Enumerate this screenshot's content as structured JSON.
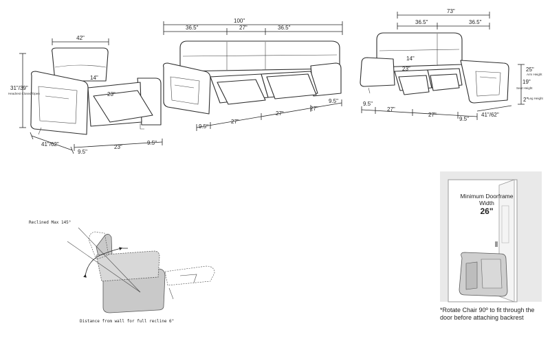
{
  "chair": {
    "width_label": "42\"",
    "height_label": "31\"/39\"",
    "height_sub": "Headrest Closed/Open",
    "seat_depth": "14\"",
    "seat_width": "23\"",
    "depth_label": "41\"/62\"",
    "arm_left": "9.5\"",
    "bottom_width": "23\"",
    "arm_right": "9.5\""
  },
  "sofa": {
    "total_width": "100\"",
    "seg1": "36.5\"",
    "seg2": "27\"",
    "seg3": "36.5\"",
    "arm_right": "9.5\"",
    "bottom_arm_left": "9.5\"",
    "seat1": "27\"",
    "seat2": "27\"",
    "seat3": "27\""
  },
  "loveseat": {
    "total_width": "73\"",
    "seg1": "36.5\"",
    "seg2": "36.5\"",
    "seat_depth": "14\"",
    "seat_width": "23\"",
    "arm_left": "9.5\"",
    "seat1": "27\"",
    "seat2": "27\"",
    "arm_right": "9.5\"",
    "depth_label": "41\"/62\"",
    "arm_height": "25\"",
    "arm_height_sub": "Arm Height",
    "seat_height": "19\"",
    "seat_height_sub": "Seat Height",
    "leg_height": "2\"",
    "leg_height_sub": "Leg Height"
  },
  "recline": {
    "angle_label": "Reclined Max 145°",
    "wall_note": "Distance from wall for full recline 6\""
  },
  "door": {
    "title": "Minimum Doorframe Width",
    "width": "26\"",
    "note": "*Rotate Chair 90º to fit through the door before attaching backrest"
  }
}
